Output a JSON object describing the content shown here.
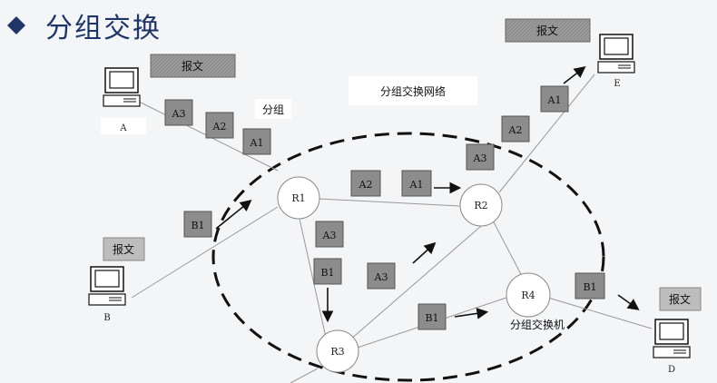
{
  "title": "分组交换",
  "labels": {
    "network": "分组交换网络",
    "packet": "分组",
    "switch": "分组交换机"
  },
  "messages": [
    "报文",
    "报文",
    "报文",
    "报文"
  ],
  "hosts": [
    "A",
    "B",
    "D",
    "E"
  ],
  "routers": [
    "R1",
    "R2",
    "R3",
    "R4"
  ],
  "packets": [
    "A3",
    "A2",
    "A1",
    "B1",
    "A2",
    "A1",
    "A3",
    "A2",
    "A1",
    "A3",
    "B1",
    "A3",
    "B1",
    "B1"
  ],
  "colors": {
    "title": "#1f3566",
    "packet_fill": "#8c8c8c",
    "message_fill": "#9e9e9e",
    "line": "#9a9a9a"
  }
}
